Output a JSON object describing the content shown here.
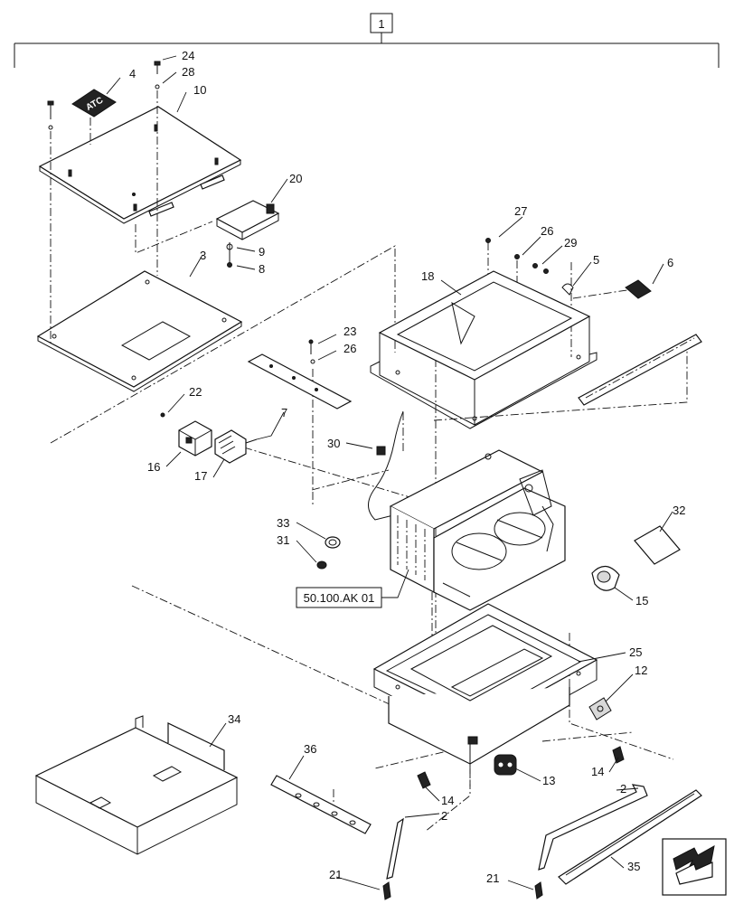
{
  "assembly": {
    "number": "1"
  },
  "reference_label": "50.100.AK 01",
  "decal_text": "ATC",
  "nav_icon": "arrow-next-icon",
  "callouts": {
    "c2a": "2",
    "c2b": "2",
    "c3": "3",
    "c4": "4",
    "c5": "5",
    "c6": "6",
    "c7": "7",
    "c8": "8",
    "c9": "9",
    "c10": "10",
    "c12": "12",
    "c13": "13",
    "c14a": "14",
    "c14b": "14",
    "c15": "15",
    "c16": "16",
    "c17": "17",
    "c18": "18",
    "c20": "20",
    "c21a": "21",
    "c21b": "21",
    "c22": "22",
    "c23": "23",
    "c24": "24",
    "c25": "25",
    "c26a": "26",
    "c26b": "26",
    "c27": "27",
    "c28": "28",
    "c29": "29",
    "c30": "30",
    "c31": "31",
    "c32": "32",
    "c33": "33",
    "c34": "34",
    "c35": "35",
    "c36": "36"
  }
}
